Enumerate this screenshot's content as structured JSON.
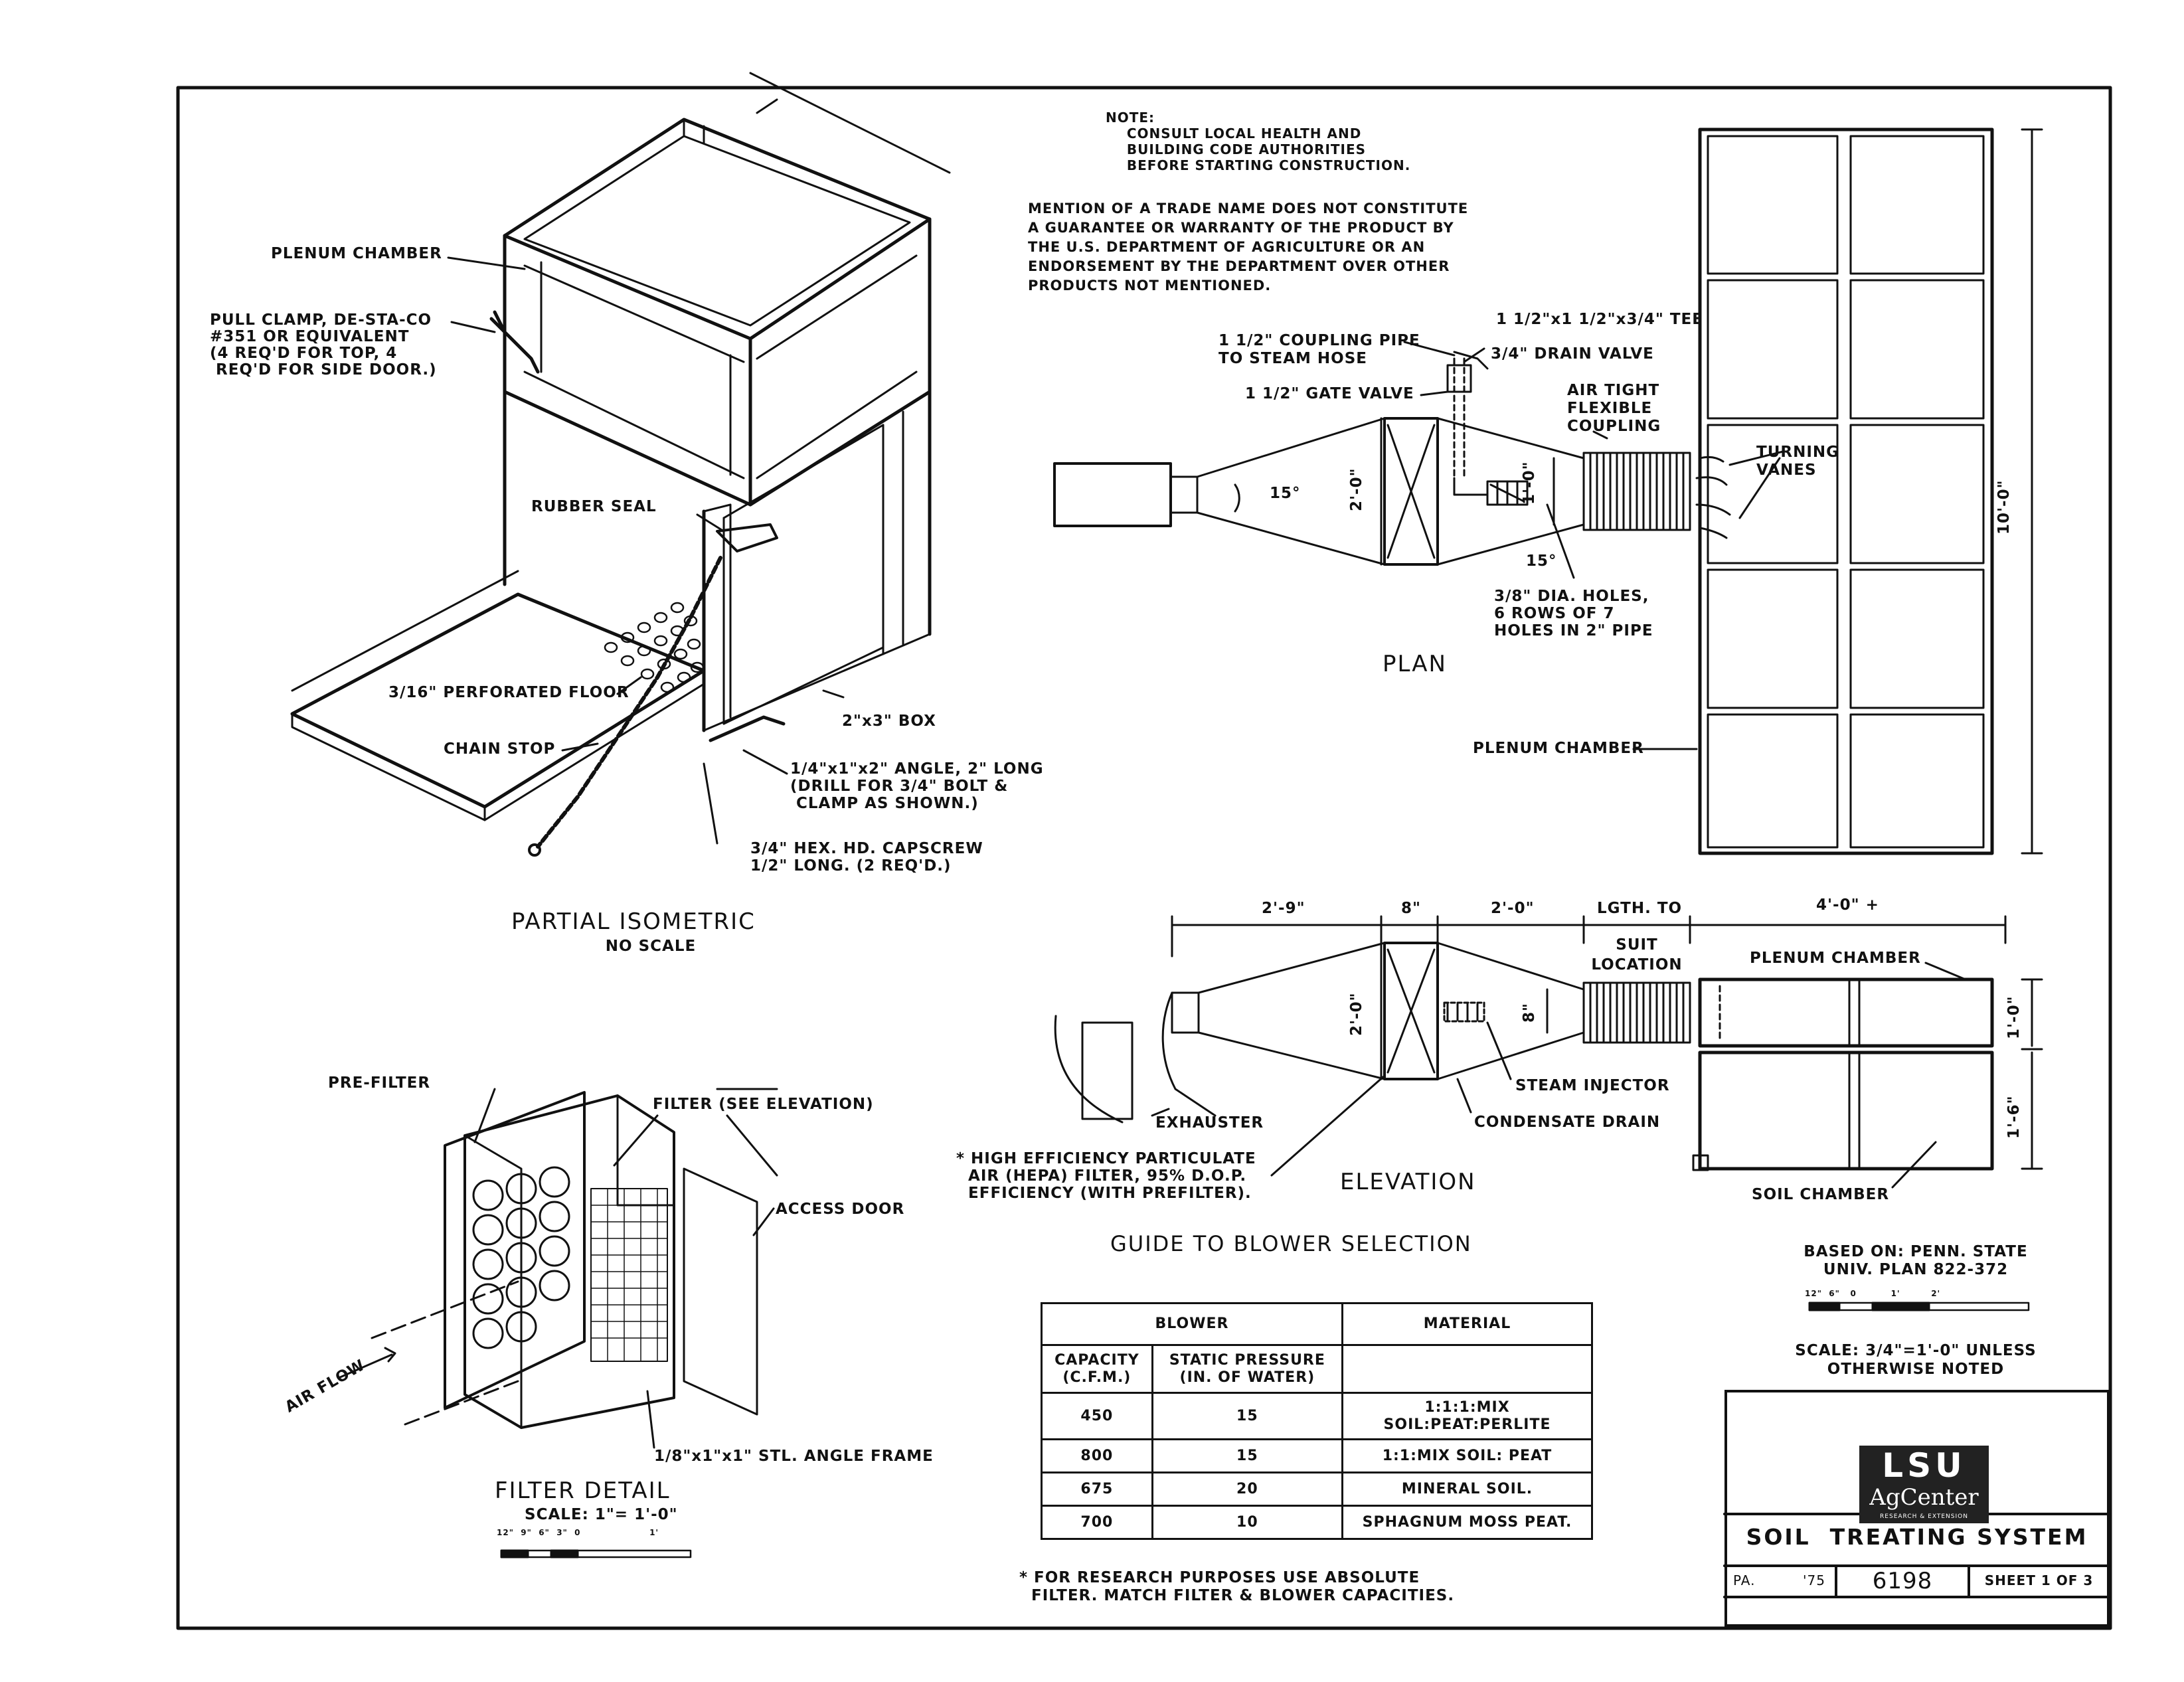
{
  "notes": {
    "note": "NOTE:\n    CONSULT LOCAL HEALTH AND\n    BUILDING CODE AUTHORITIES\n    BEFORE STARTING CONSTRUCTION.",
    "trade_name": "MENTION OF A TRADE NAME DOES NOT CONSTITUTE\nA GUARANTEE OR WARRANTY OF THE PRODUCT BY\nTHE U.S. DEPARTMENT OF AGRICULTURE OR AN\nENDORSEMENT BY THE DEPARTMENT OVER OTHER\nPRODUCTS NOT MENTIONED."
  },
  "isometric": {
    "title": "PARTIAL ISOMETRIC",
    "subtitle": "NO SCALE",
    "labels": {
      "plenum_chamber": "PLENUM CHAMBER",
      "pull_clamp": "PULL CLAMP, DE-STA-CO\n#351 OR EQUIVALENT\n(4 REQ'D FOR TOP, 4\n REQ'D FOR SIDE DOOR.)",
      "rubber_seal": "RUBBER SEAL",
      "perforated_floor": "3/16\" PERFORATED FLOOR",
      "chain_stop": "CHAIN STOP",
      "box": "2\"x3\" BOX",
      "angle": "1/4\"x1\"x2\" ANGLE, 2\" LONG\n(DRILL FOR 3/4\" BOLT &\n CLAMP AS SHOWN.)",
      "capscrew": "3/4\" HEX. HD. CAPSCREW\n1/2\" LONG. (2 REQ'D.)"
    }
  },
  "plan": {
    "title": "PLAN",
    "labels": {
      "tee": "1 1/2\"x1 1/2\"x3/4\" TEE",
      "coupling_pipe": "1 1/2\" COUPLING PIPE\nTO STEAM HOSE",
      "drain_valve": "3/4\" DRAIN VALVE",
      "gate_valve": "1 1/2\" GATE VALVE",
      "flex_coupling": "AIR TIGHT\nFLEXIBLE\nCOUPLING",
      "turning_vanes": "TURNING\nVANES",
      "holes": "3/8\" DIA. HOLES,\n6 ROWS OF 7\nHOLES IN 2\" PIPE",
      "plenum_chamber": "PLENUM CHAMBER",
      "dim_2_0": "2'-0\"",
      "dim_1_0": "1'-0\"",
      "dim_10_0": "10'-0\"",
      "angle_15a": "15°",
      "angle_15b": "15°"
    }
  },
  "elevation": {
    "title": "ELEVATION",
    "labels": {
      "dim_2_9": "2'-9\"",
      "dim_8": "8\"",
      "dim_2_0_top": "2'-0\"",
      "lgth_to": "LGTH. TO",
      "suit_location": "SUIT\nLOCATION",
      "dim_4_0": "4'-0\" +",
      "plenum_chamber": "PLENUM CHAMBER",
      "exhauster": "EXHAUSTER",
      "steam_injector": "STEAM INJECTOR",
      "condensate_drain": "CONDENSATE DRAIN",
      "soil_chamber": "SOIL CHAMBER",
      "hepa": "* HIGH EFFICIENCY PARTICULATE\n  AIR (HEPA) FILTER, 95% D.O.P.\n  EFFICIENCY (WITH PREFILTER).",
      "dim_2_0_side": "2'-0\"",
      "dim_8_side": "8\"",
      "dim_1_0_side": "1'-0\"",
      "dim_1_6_side": "1'-6\""
    }
  },
  "filter_detail": {
    "title": "FILTER DETAIL",
    "scale": "SCALE: 1\"= 1'-0\"",
    "scale_ticks": "12\"  9\"  6\"  3\"  0                    1'",
    "labels": {
      "pre_filter": "PRE-FILTER",
      "filter": "FILTER (SEE ELEVATION)",
      "access_door": "ACCESS DOOR",
      "air_flow": "AIR FLOW",
      "angle_frame": "1/8\"x1\"x1\" STL. ANGLE FRAME"
    }
  },
  "blower_table": {
    "heading": "GUIDE TO BLOWER SELECTION",
    "group_blower": "BLOWER",
    "group_material": "MATERIAL",
    "col_capacity": "CAPACITY\n(C.F.M.)",
    "col_static": "STATIC PRESSURE\n(IN. OF WATER)",
    "rows": [
      {
        "capacity": "450",
        "static": "15",
        "material": "1:1:1:MIX\nSOIL:PEAT:PERLITE"
      },
      {
        "capacity": "800",
        "static": "15",
        "material": "1:1:MIX SOIL: PEAT"
      },
      {
        "capacity": "675",
        "static": "20",
        "material": "MINERAL SOIL."
      },
      {
        "capacity": "700",
        "static": "10",
        "material": "SPHAGNUM MOSS PEAT."
      }
    ],
    "footnote": "* FOR RESEARCH PURPOSES USE ABSOLUTE\n  FILTER. MATCH FILTER & BLOWER CAPACITIES."
  },
  "title_block": {
    "based_on": "BASED ON: PENN. STATE\nUNIV. PLAN 822-372",
    "scale_ticks": "12\"  6\"   0          1'         2'",
    "scale_note": "SCALE: 3/4\"=1'-0\" UNLESS\nOTHERWISE NOTED",
    "logo_top": "LSU",
    "logo_mid": "AgCenter",
    "logo_bottom": "RESEARCH & EXTENSION",
    "title": "SOIL  TREATING SYSTEM",
    "state": "PA.",
    "year": "'75",
    "number": "6198",
    "sheet": "SHEET 1 OF 3"
  }
}
